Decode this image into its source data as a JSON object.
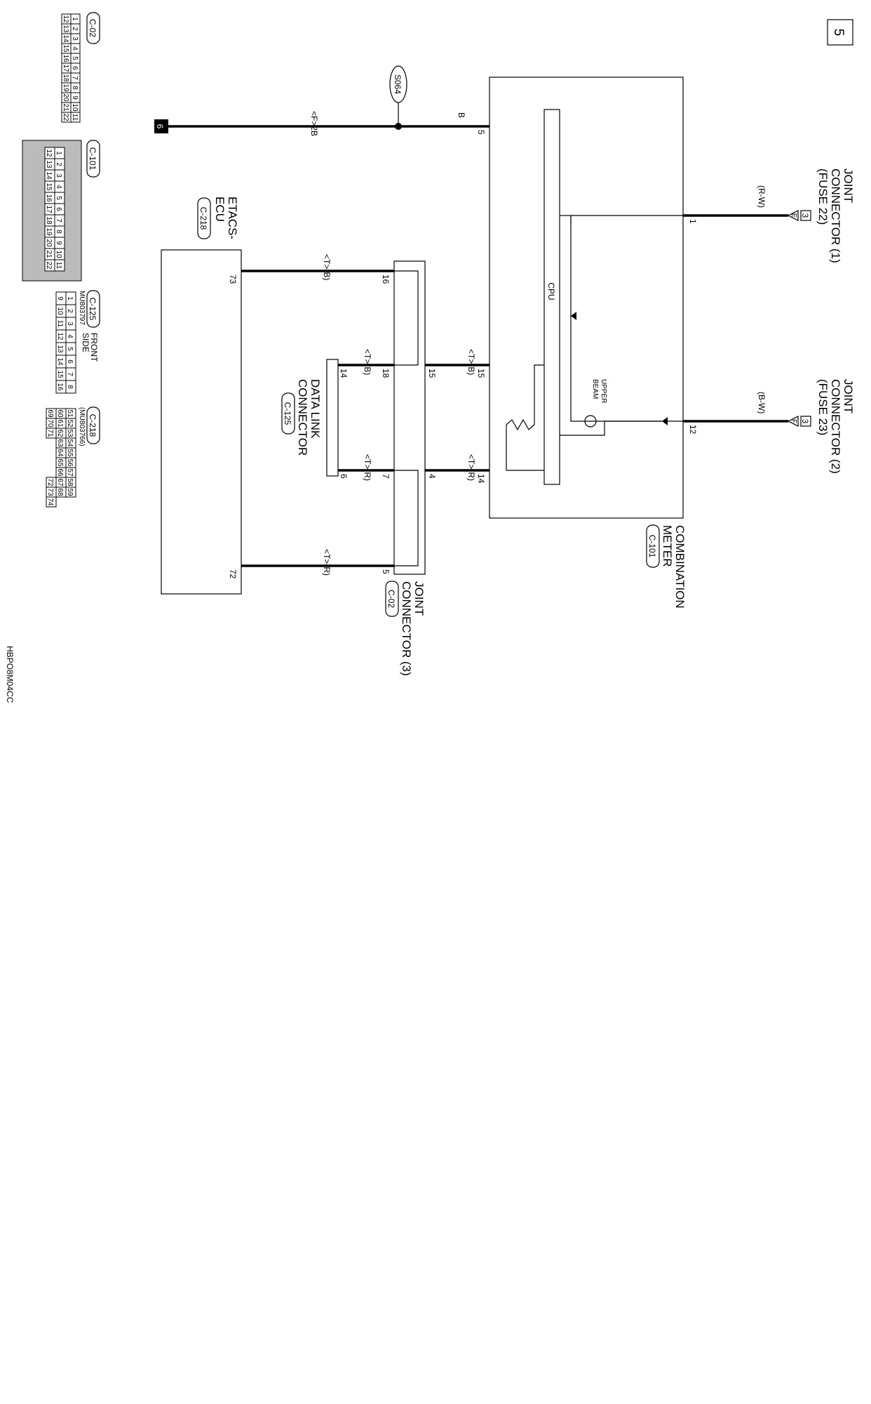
{
  "page_number": "5",
  "next_page_ref": "6",
  "figure_code": "HBPO8M04CC",
  "components": {
    "joint1": {
      "title": [
        "JOINT",
        "CONNECTOR (1)",
        "(FUSE 22)"
      ],
      "ref": "3",
      "terminal": "E",
      "wire": "(R-W)"
    },
    "joint2": {
      "title": [
        "JOINT",
        "CONNECTOR (2)",
        "(FUSE 23)"
      ],
      "ref": "3",
      "terminal": "F",
      "wire": "(B-W)"
    },
    "meter": {
      "title": [
        "COMBINATION",
        "METER"
      ],
      "code": "C-101",
      "cpu": "CPU",
      "lamp": [
        "UPPER",
        "BEAM"
      ]
    },
    "joint3": {
      "title": [
        "JOINT",
        "CONNECTOR (3)"
      ],
      "code": "C-02"
    },
    "dlc": {
      "title": [
        "DATA LINK",
        "CONNECTOR"
      ],
      "code": "C-125"
    },
    "etacs": {
      "title": [
        "ETACS-",
        "ECU"
      ],
      "code": "C-218"
    },
    "splice": "S064",
    "ground_wire_code": "<F>2B",
    "ground_wire_color": "B"
  },
  "pins": {
    "m1": "1",
    "m12": "12",
    "m5": "5",
    "m15": "15",
    "m14": "14",
    "j16": "16",
    "j18": "18",
    "j15": "15",
    "j7": "7",
    "j4": "4",
    "j5": "5",
    "d14": "14",
    "d6": "6",
    "e73": "73",
    "e72": "72"
  },
  "wires": {
    "tb": "<T>(B)",
    "tr": "<T>(R)"
  },
  "connector_views": {
    "c02": {
      "code": "C-02",
      "row1": [
        "1",
        "2",
        "3",
        "4",
        "5",
        "6",
        "7",
        "8",
        "9",
        "10",
        "11"
      ],
      "row2": [
        "12",
        "13",
        "14",
        "15",
        "16",
        "17",
        "18",
        "19",
        "20",
        "21",
        "22"
      ]
    },
    "c101": {
      "code": "C-101",
      "row1": [
        "1",
        "2",
        "3",
        "4",
        "5",
        "6",
        "7",
        "8",
        "9",
        "10",
        "11"
      ],
      "row2": [
        "12",
        "13",
        "14",
        "15",
        "16",
        "17",
        "18",
        "19",
        "20",
        "21",
        "22"
      ],
      "key": "G"
    },
    "c125": {
      "code": "C-125",
      "part": "MU803797",
      "side": [
        "FRONT",
        "SIDE"
      ],
      "row1": [
        "1",
        "2",
        "3",
        "4",
        "5",
        "6",
        "7",
        "8"
      ],
      "row2": [
        "9",
        "10",
        "11",
        "12",
        "13",
        "14",
        "15",
        "16"
      ]
    },
    "c218": {
      "code": "C-218",
      "part": "(MU803766)",
      "row1": [
        "51",
        "52",
        "53",
        "54",
        "55",
        "56",
        "57",
        "58",
        "59"
      ],
      "row2": [
        "60",
        "61",
        "62",
        "63",
        "64",
        "65",
        "66",
        "67",
        "68"
      ],
      "row3": [
        "69",
        "70",
        "71",
        "",
        "",
        "",
        "",
        "72",
        "73",
        "74"
      ]
    }
  }
}
